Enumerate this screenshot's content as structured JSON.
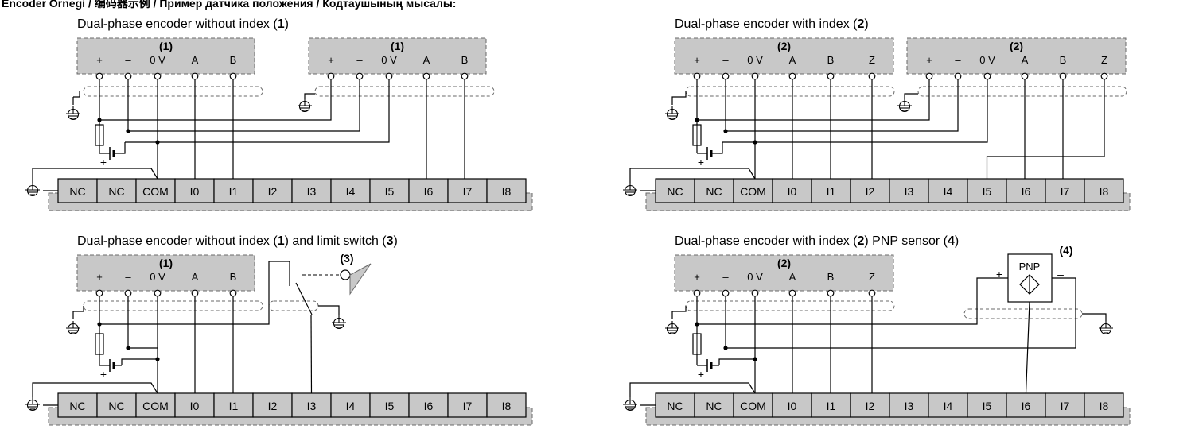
{
  "page": {
    "title": "Encoder Örnegi / 编码器示例 / Пример датчика положения / Кодтаушының мысалы:"
  },
  "panels": [
    {
      "title": "Dual-phase encoder without index (",
      "title_ref": "1",
      "title_close": ")"
    },
    {
      "title": "Dual-phase encoder with index (",
      "title_ref": "2",
      "title_close": ")"
    },
    {
      "title": "Dual-phase encoder without index (",
      "title_ref": "1",
      "title_mid": ") and limit switch (",
      "title_ref2": "3",
      "title_close": ")"
    },
    {
      "title": "Dual-phase encoder with index (",
      "title_ref": "2",
      "title_mid": ") PNP sensor (",
      "title_ref2": "4",
      "title_close": ")"
    }
  ],
  "encoder_refs": {
    "no_index": "(1)",
    "with_index": "(2)",
    "limit_switch": "(3)",
    "pnp": "(4)"
  },
  "encoder_pins_no_index": [
    "+",
    "–",
    "0 V",
    "A",
    "B"
  ],
  "encoder_pins_with_index": [
    "+",
    "–",
    "0 V",
    "A",
    "B",
    "Z"
  ],
  "terminals": [
    "NC",
    "NC",
    "COM",
    "I0",
    "I1",
    "I2",
    "I3",
    "I4",
    "I5",
    "I6",
    "I7",
    "I8"
  ],
  "pnp": {
    "label": "PNP",
    "plus": "+",
    "minus": "–"
  },
  "supply": {
    "plus": "+"
  },
  "icons": [
    "ground-icon",
    "fuse-icon",
    "battery-icon",
    "limit-switch-icon",
    "pnp-sensor-icon",
    "shield-cable-icon"
  ],
  "colors": {
    "encoder_box": "#c8c8c8",
    "terminal_box": "#c8c8c8",
    "line": "#000000",
    "dash": "#6a6a6a"
  }
}
